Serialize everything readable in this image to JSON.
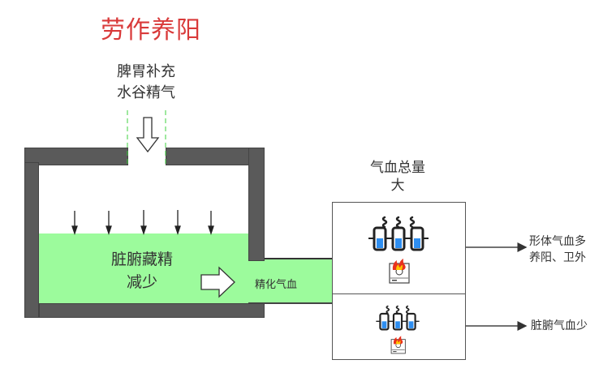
{
  "title": "劳作养阳",
  "intake": {
    "line1": "脾胃补充",
    "line2": "水谷精气"
  },
  "organ": {
    "line1": "脏腑藏精",
    "line2": "减少"
  },
  "flow_label": "精化气血",
  "blood_box": {
    "label_line1": "气血总量",
    "label_line2": "大",
    "upper_icon": "steaming-pots-on-stove-icon",
    "lower_icon": "steaming-pots-on-stove-icon"
  },
  "outputs": [
    {
      "line1": "形体气血多",
      "line2": "养阳、卫外"
    },
    {
      "line1": "脏腑气血少",
      "line2": ""
    }
  ],
  "colors": {
    "title": "#d93a3a",
    "fluid": "#9cfb9c",
    "wall": "#5a5a5a",
    "water_blue": "#2e8ef0",
    "flame_red": "#e8321e",
    "flame_yellow": "#ffc400"
  }
}
